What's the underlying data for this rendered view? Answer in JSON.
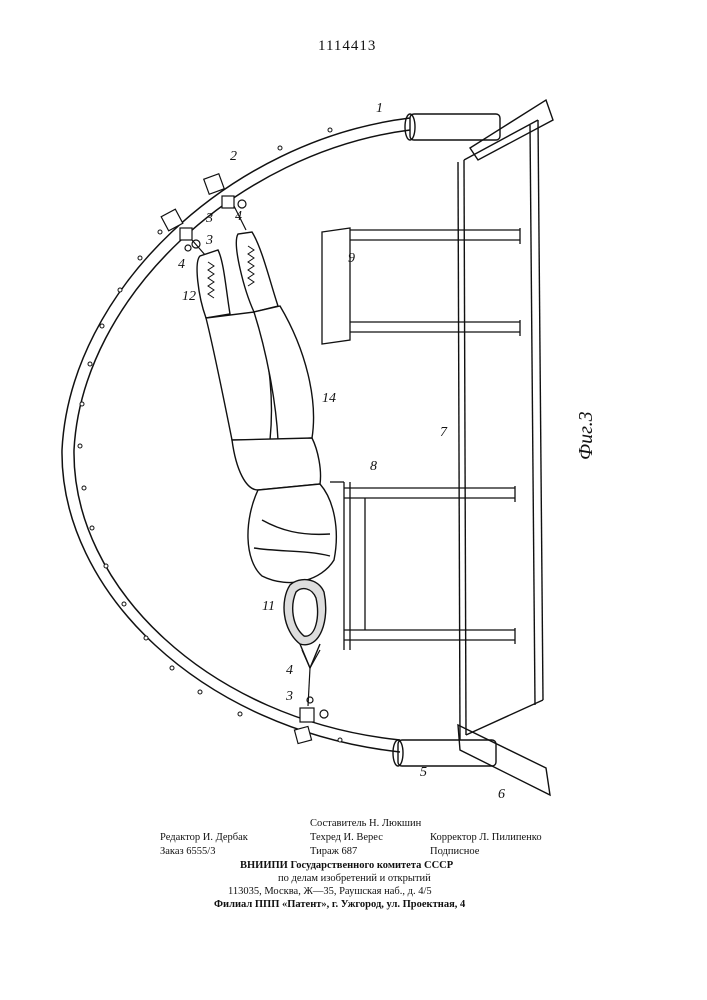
{
  "patent_number": "1114413",
  "figure_caption": "Фиг.3",
  "callouts": {
    "l1": "1",
    "l2": "2",
    "l3a": "3",
    "l4a": "4",
    "l3b": "3",
    "l4b": "4",
    "l3c": "3",
    "l4c": "4",
    "l5": "5",
    "l6": "6",
    "l7": "7",
    "l8": "8",
    "l9": "9",
    "l11": "11",
    "l12": "12",
    "l14": "14"
  },
  "imprint": {
    "compiler": "Составитель Н. Люкшин",
    "editor": "Редактор И. Дербак",
    "techred": "Техред И. Верес",
    "corrector": "Корректор Л. Пилипенко",
    "order": "Заказ 6555/3",
    "circulation": "Тираж 687",
    "subscription": "Подписное",
    "org1": "ВНИИПИ Государственного комитета СССР",
    "org2": "по делам изобретений и открытий",
    "address": "113035, Москва, Ж—35, Раушская наб., д. 4/5",
    "branch": "Филиал ППП «Патент», г. Ужгород, ул. Проектная, 4"
  }
}
